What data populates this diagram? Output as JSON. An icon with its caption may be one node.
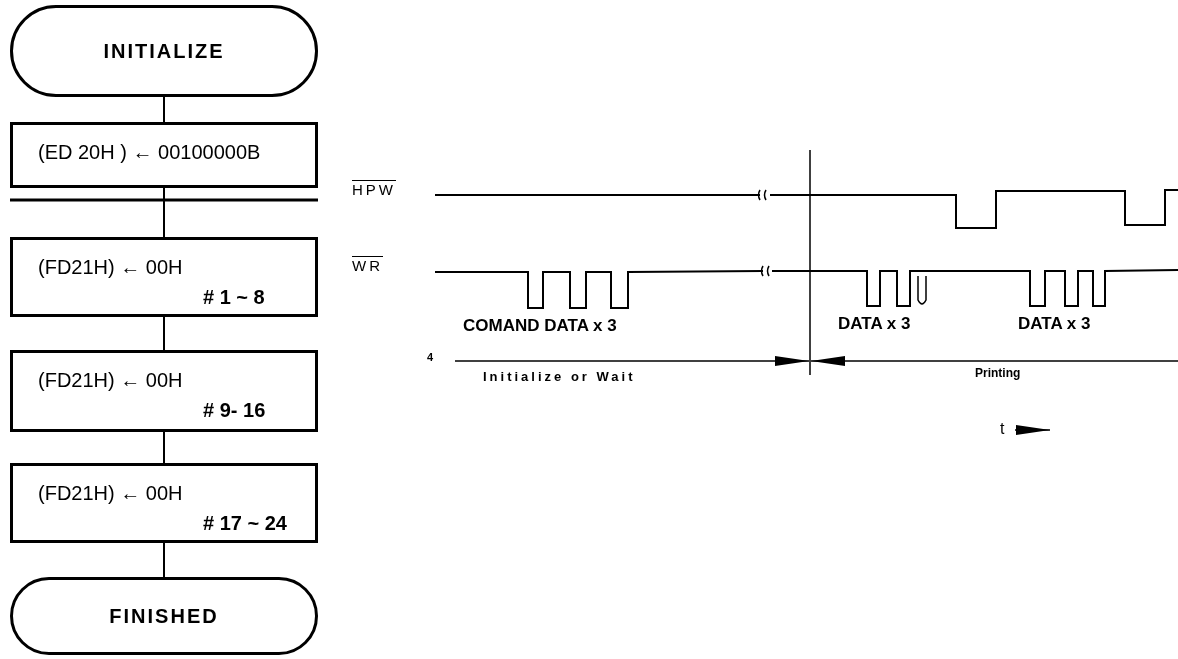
{
  "diagram": {
    "nodes": [
      {
        "text": [
          "INITIALIZE"
        ]
      },
      {
        "text": [
          "(ED 20H ) ← 00100000B"
        ]
      },
      {
        "text": [
          "(FD21H) ← 00H",
          "# 1 ~ 8"
        ]
      },
      {
        "text": [
          "(FD21H) ← 00H",
          "# 9- 16"
        ]
      },
      {
        "text": [
          "(FD21H) ← 00H",
          "# 17 ~ 24"
        ]
      },
      {
        "text": [
          "FINISHED"
        ]
      }
    ],
    "edges": [
      {
        "from": 0,
        "to": 1,
        "arrow": "none"
      },
      {
        "from": 1,
        "to": 2,
        "arrow": "none"
      },
      {
        "from": 2,
        "to": 3,
        "arrow": "none"
      },
      {
        "from": 3,
        "to": 4,
        "arrow": "none"
      },
      {
        "from": 4,
        "to": 5,
        "arrow": "none"
      }
    ],
    "labels": [
      "HPW",
      "WR",
      "COMAND DATA x 3",
      "DATA x 3",
      "DATA x 3",
      "4",
      "Initialize or Wait",
      "Printing",
      "t"
    ]
  }
}
